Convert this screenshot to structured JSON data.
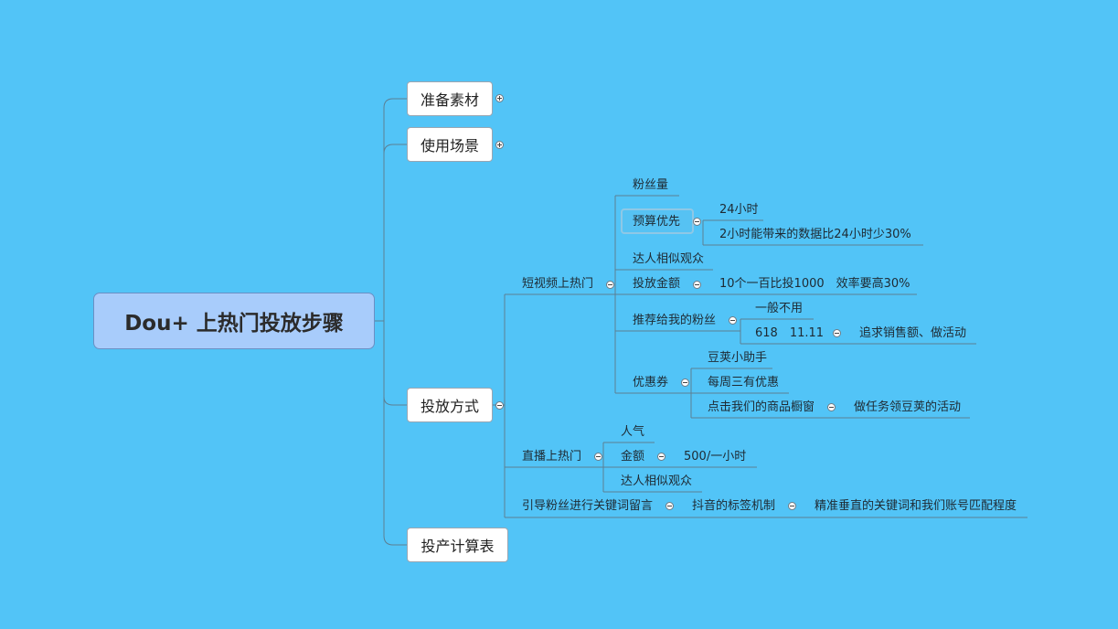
{
  "root": "Dou+ 上热门投放步骤",
  "branches": {
    "prepare": "准备素材",
    "scene": "使用场景",
    "method": "投放方式",
    "calc": "投产计算表"
  },
  "short_video": {
    "label": "短视频上热门",
    "fans": "粉丝量",
    "budget": "预算优先",
    "budget_24h": "24小时",
    "budget_2h": "2小时能带来的数据比24小时少30%",
    "similar": "达人相似观众",
    "amount": "投放金额",
    "amount_detail": "10个一百比投1000　效率要高30%",
    "recommend": "推荐给我的粉丝",
    "rec_general": "一般不用",
    "rec_618": "618　11.11",
    "rec_sales": "追求销售额、做活动",
    "coupon": "优惠券",
    "coupon_helper": "豆荚小助手",
    "coupon_wed": "每周三有优惠",
    "coupon_click": "点击我们的商品橱窗",
    "coupon_task": "做任务领豆荚的活动"
  },
  "live": {
    "label": "直播上热门",
    "popularity": "人气",
    "amount": "金额",
    "amount_detail": "500/一小时",
    "similar": "达人相似观众"
  },
  "guide": {
    "label": "引导粉丝进行关键词留言",
    "tag": "抖音的标签机制",
    "keyword": "精准垂直的关键词和我们账号匹配程度"
  },
  "colors": {
    "background": "#52c4f7",
    "root_fill": "#a8ccfb",
    "line": "#5c7f93"
  }
}
